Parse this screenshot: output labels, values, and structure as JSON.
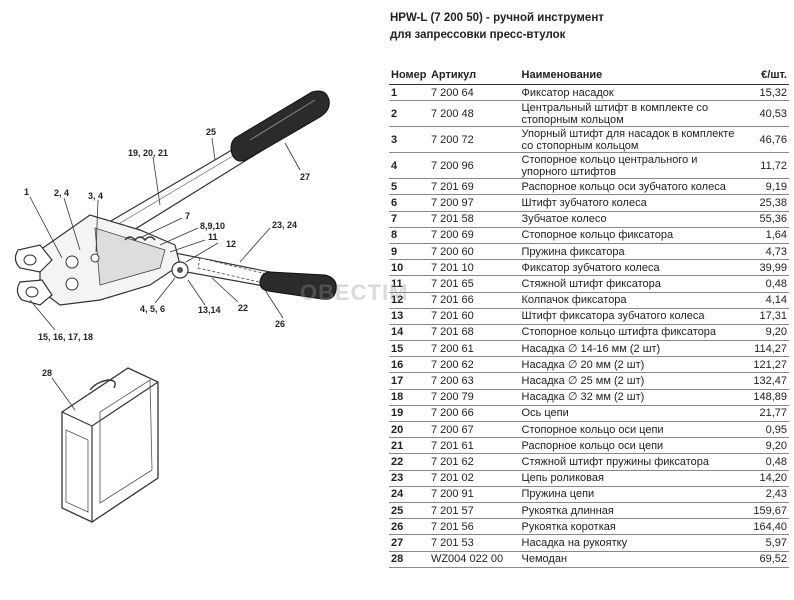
{
  "title_line1": "HPW-L (7 200 50) - ручной инструмент",
  "title_line2": "для запрессовки пресс-втулок",
  "watermark": "OBECTIM",
  "table": {
    "headers": {
      "no": "Номер",
      "article": "Артикул",
      "name": "Наименование",
      "price": "€/шт."
    },
    "rows": [
      {
        "no": "1",
        "article": "7 200 64",
        "name": "Фиксатор насадок",
        "price": "15,32"
      },
      {
        "no": "2",
        "article": "7 200 48",
        "name": "Центральный штифт в комплекте со стопорным кольцом",
        "price": "40,53"
      },
      {
        "no": "3",
        "article": "7 200 72",
        "name": "Упорный штифт для насадок в комплекте со стопорным кольцом",
        "price": "46,76"
      },
      {
        "no": "4",
        "article": "7 200 96",
        "name": "Стопорное кольцо центрального и упорного штифтов",
        "price": "11,72"
      },
      {
        "no": "5",
        "article": "7 201 69",
        "name": "Распорное кольцо оси зубчатого колеса",
        "price": "9,19"
      },
      {
        "no": "6",
        "article": "7 200 97",
        "name": "Штифт зубчатого колеса",
        "price": "25,38"
      },
      {
        "no": "7",
        "article": "7 201 58",
        "name": "Зубчатое колесо",
        "price": "55,36"
      },
      {
        "no": "8",
        "article": "7 200 69",
        "name": "Стопорное кольцо фиксатора",
        "price": "1,64"
      },
      {
        "no": "9",
        "article": "7 200 60",
        "name": "Пружина фиксатора",
        "price": "4,73"
      },
      {
        "no": "10",
        "article": "7 201 10",
        "name": "Фиксатор зубчатого колеса",
        "price": "39,99"
      },
      {
        "no": "11",
        "article": "7 201 65",
        "name": "Стяжной штифт фиксатора",
        "price": "0,48"
      },
      {
        "no": "12",
        "article": "7 201 66",
        "name": "Колпачок фиксатора",
        "price": "4,14"
      },
      {
        "no": "13",
        "article": "7 201 60",
        "name": "Штифт фиксатора зубчатого колеса",
        "price": "17,31"
      },
      {
        "no": "14",
        "article": "7 201 68",
        "name": "Стопорное кольцо штифта фиксатора",
        "price": "9,20"
      },
      {
        "no": "15",
        "article": "7 200 61",
        "name": "Насадка ∅ 14-16 мм (2 шт)",
        "price": "114,27"
      },
      {
        "no": "16",
        "article": "7 200 62",
        "name": "Насадка ∅ 20 мм (2 шт)",
        "price": "121,27"
      },
      {
        "no": "17",
        "article": "7 200 63",
        "name": "Насадка ∅ 25 мм (2 шт)",
        "price": "132,47"
      },
      {
        "no": "18",
        "article": "7 200 79",
        "name": "Насадка ∅ 32 мм (2 шт)",
        "price": "148,89"
      },
      {
        "no": "19",
        "article": "7 200 66",
        "name": "Ось цепи",
        "price": "21,77"
      },
      {
        "no": "20",
        "article": "7 200 67",
        "name": "Стопорное кольцо оси цепи",
        "price": "0,95"
      },
      {
        "no": "21",
        "article": "7 201 61",
        "name": "Распорное кольцо оси цепи",
        "price": "9,20"
      },
      {
        "no": "22",
        "article": "7 201 62",
        "name": "Стяжной штифт пружины фиксатора",
        "price": "0,48"
      },
      {
        "no": "23",
        "article": "7 201 02",
        "name": "Цепь роликовая",
        "price": "14,20"
      },
      {
        "no": "24",
        "article": "7 200 91",
        "name": "Пружина цепи",
        "price": "2,43"
      },
      {
        "no": "25",
        "article": "7 201 57",
        "name": "Рукоятка длинная",
        "price": "159,67"
      },
      {
        "no": "26",
        "article": "7 201 56",
        "name": "Рукоятка короткая",
        "price": "164,40"
      },
      {
        "no": "27",
        "article": "7 201 53",
        "name": "Насадка на рукоятку",
        "price": "5,97"
      },
      {
        "no": "28",
        "article": "WZ004 022 00",
        "name": "Чемодан",
        "price": "69,52"
      }
    ]
  },
  "callouts": {
    "c1": "1",
    "c24": "2, 4",
    "c34": "3, 4",
    "c192021": "19, 20, 21",
    "c25": "25",
    "c27": "27",
    "c7": "7",
    "c8910": "8,9,10",
    "c11": "11",
    "c12": "12",
    "c2324": "23, 24",
    "c456": "4, 5, 6",
    "c1314": "13,14",
    "c22": "22",
    "c26": "26",
    "c15161718": "15, 16, 17, 18",
    "c28": "28"
  }
}
